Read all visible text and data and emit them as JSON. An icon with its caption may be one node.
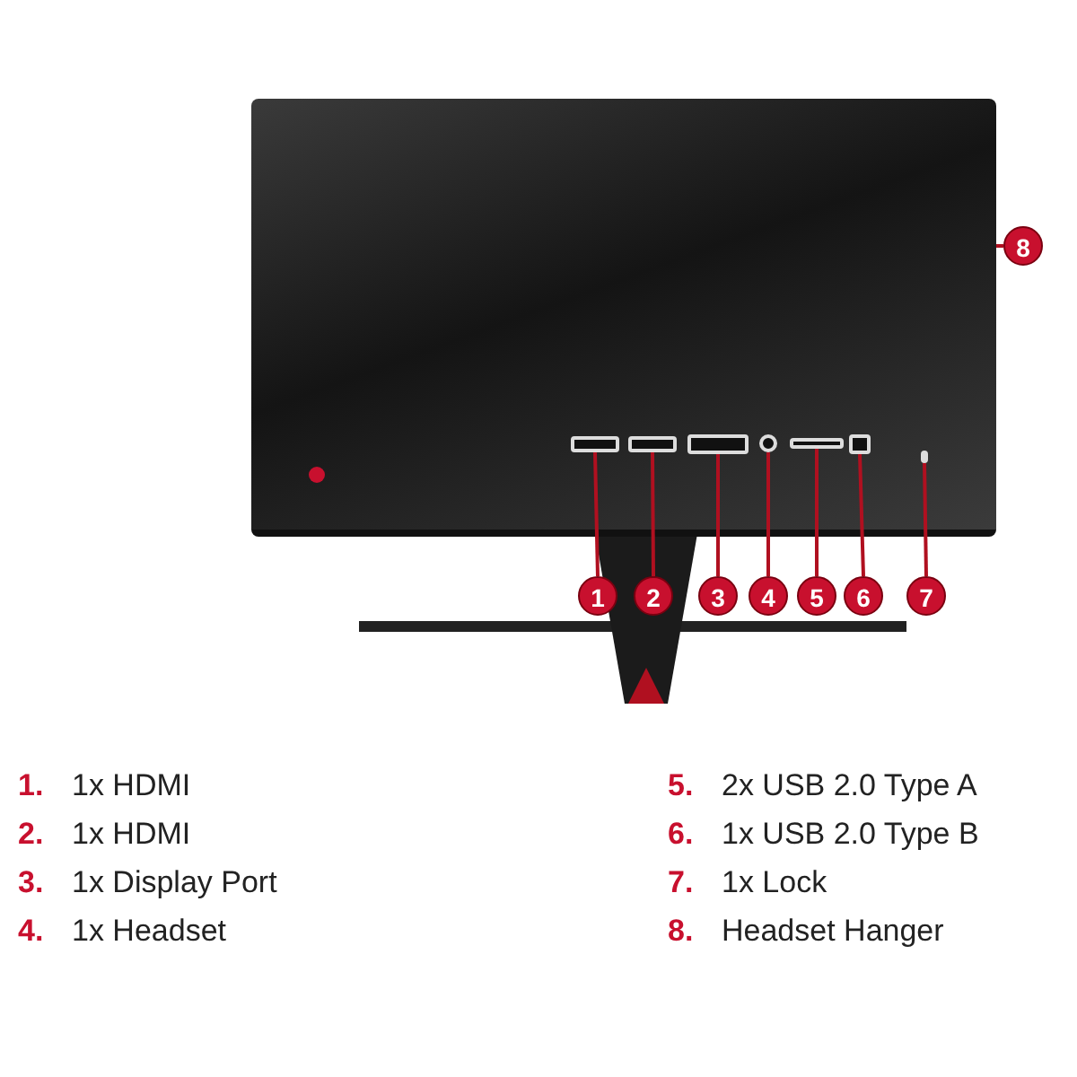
{
  "diagram": {
    "nodes": [
      {
        "text": [],
        "shape": "picture"
      },
      {
        "text": [],
        "shape": "box",
        "in": 0
      },
      {
        "text": [],
        "shape": "box",
        "in": 0
      },
      {
        "text": [],
        "shape": "box",
        "in": 0
      },
      {
        "text": [],
        "shape": "circle",
        "in": 0
      },
      {
        "text": [],
        "shape": "box",
        "in": 0
      },
      {
        "text": [],
        "shape": "box",
        "in": 0
      },
      {
        "text": [],
        "shape": "box",
        "in": 0
      },
      {
        "text": [
          "1"
        ]
      },
      {
        "text": [
          "2"
        ]
      },
      {
        "text": [
          "3"
        ]
      },
      {
        "text": [
          "4"
        ]
      },
      {
        "text": [
          "5"
        ]
      },
      {
        "text": [
          "6"
        ]
      },
      {
        "text": [
          "7"
        ]
      },
      {
        "text": [
          "8"
        ]
      }
    ],
    "edges": [
      {
        "from": 8,
        "to": 1,
        "arrow": "none"
      },
      {
        "from": 9,
        "to": 2,
        "arrow": "none"
      },
      {
        "from": 10,
        "to": 3,
        "arrow": "none"
      },
      {
        "from": 11,
        "to": 4,
        "arrow": "none"
      },
      {
        "from": 12,
        "to": 5,
        "arrow": "none"
      },
      {
        "from": 13,
        "to": 6,
        "arrow": "none"
      },
      {
        "from": 14,
        "to": 7,
        "arrow": "none"
      },
      {
        "from": 15,
        "to": 0,
        "arrow": "none"
      }
    ],
    "labels": [
      "1.",
      "1x HDMI",
      "5.",
      "2x USB 2.0 Type A",
      "2.",
      "1x HDMI",
      "6.",
      "1x USB 2.0 Type B",
      "3.",
      "1x Display Port",
      "7.",
      "1x Lock",
      "4.",
      "1x Headset",
      "8.",
      "Headset Hanger"
    ]
  }
}
